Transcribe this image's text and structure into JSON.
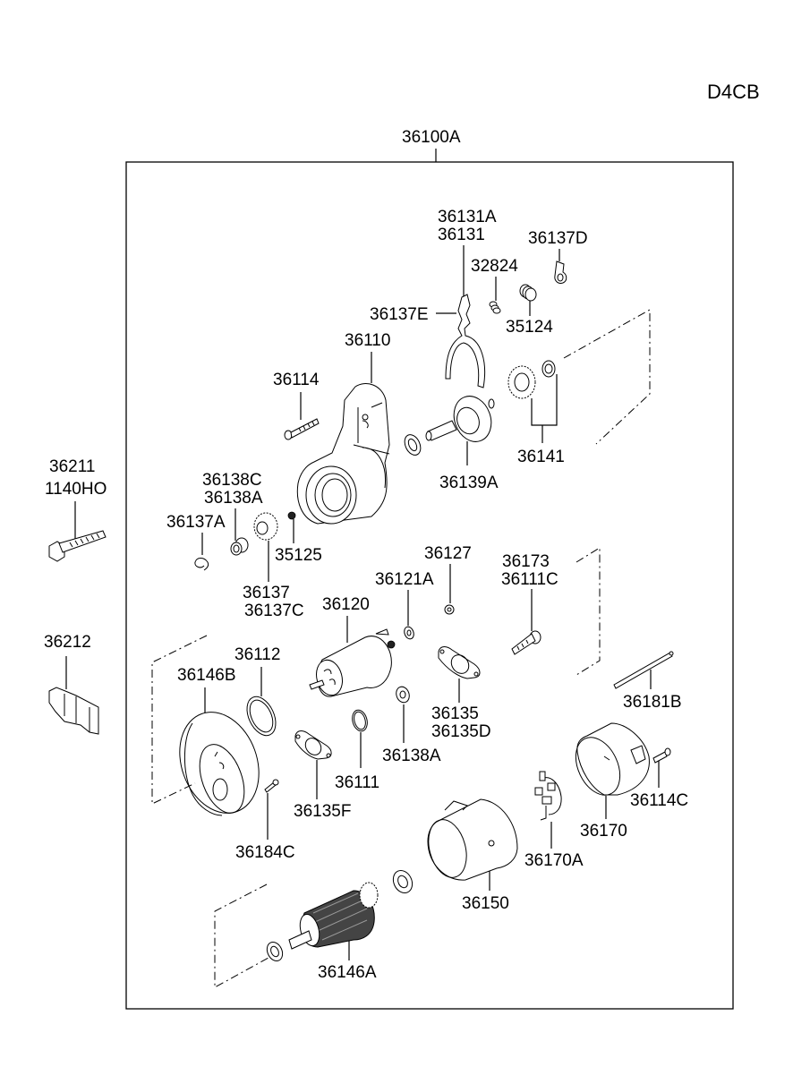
{
  "diagram": {
    "title_code": "D4CB",
    "assembly": "36100A",
    "external_parts": [
      {
        "id": "bolt",
        "labels": [
          "36211",
          "1140HO"
        ]
      },
      {
        "id": "bracket",
        "labels": [
          "36212"
        ]
      }
    ],
    "parts": [
      {
        "id": "lever",
        "labels": [
          "36131A",
          "36131"
        ]
      },
      {
        "id": "lever-pin",
        "labels": [
          "36137E"
        ]
      },
      {
        "id": "spring-small",
        "labels": [
          "32824"
        ]
      },
      {
        "id": "spring",
        "labels": [
          "35124"
        ]
      },
      {
        "id": "clip-d",
        "labels": [
          "36137D"
        ]
      },
      {
        "id": "housing",
        "labels": [
          "36110"
        ]
      },
      {
        "id": "housing-bolt",
        "labels": [
          "36114"
        ]
      },
      {
        "id": "shaft",
        "labels": [
          "36139A"
        ]
      },
      {
        "id": "gear-set",
        "labels": [
          "36141"
        ]
      },
      {
        "id": "bushing",
        "labels": [
          "36138C",
          "36138A"
        ]
      },
      {
        "id": "snap-ring",
        "labels": [
          "36137A"
        ]
      },
      {
        "id": "pinion",
        "labels": [
          "36137",
          "36137C"
        ]
      },
      {
        "id": "ball",
        "labels": [
          "35125"
        ]
      },
      {
        "id": "solenoid",
        "labels": [
          "36120"
        ]
      },
      {
        "id": "washer-a",
        "labels": [
          "36121A"
        ]
      },
      {
        "id": "nut",
        "labels": [
          "36127"
        ]
      },
      {
        "id": "screw",
        "labels": [
          "36173",
          "36111C"
        ]
      },
      {
        "id": "gasket",
        "labels": [
          "36135",
          "36135D"
        ]
      },
      {
        "id": "washer-b",
        "labels": [
          "36138A"
        ]
      },
      {
        "id": "o-ring",
        "labels": [
          "36111"
        ]
      },
      {
        "id": "plate",
        "labels": [
          "36112"
        ]
      },
      {
        "id": "cover",
        "labels": [
          "36146B"
        ]
      },
      {
        "id": "gasket-f",
        "labels": [
          "36135F"
        ]
      },
      {
        "id": "cover-screw",
        "labels": [
          "36184C"
        ]
      },
      {
        "id": "through-bolt",
        "labels": [
          "36181B"
        ]
      },
      {
        "id": "end-frame",
        "labels": [
          "36170"
        ]
      },
      {
        "id": "end-screw",
        "labels": [
          "36114C"
        ]
      },
      {
        "id": "brush-holder",
        "labels": [
          "36170A"
        ]
      },
      {
        "id": "yoke",
        "labels": [
          "36150"
        ]
      },
      {
        "id": "armature",
        "labels": [
          "36146A"
        ]
      }
    ]
  }
}
